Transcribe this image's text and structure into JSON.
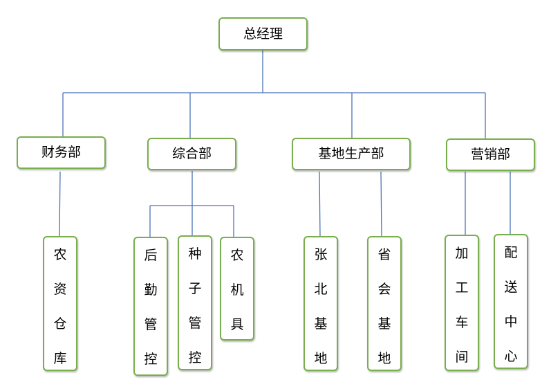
{
  "org": {
    "root": "总经理",
    "departments": [
      {
        "name": "财务部",
        "units": [
          "农资仓库"
        ]
      },
      {
        "name": "综合部",
        "units": [
          "后勤管控",
          "种子管控",
          "农机具"
        ]
      },
      {
        "name": "基地生产部",
        "units": [
          "张北基地",
          "省会基地"
        ]
      },
      {
        "name": "营销部",
        "units": [
          "加工车间",
          "配送中心"
        ]
      }
    ]
  },
  "colors": {
    "box_border": "#78ae4c",
    "connector": "#4a72b8"
  }
}
